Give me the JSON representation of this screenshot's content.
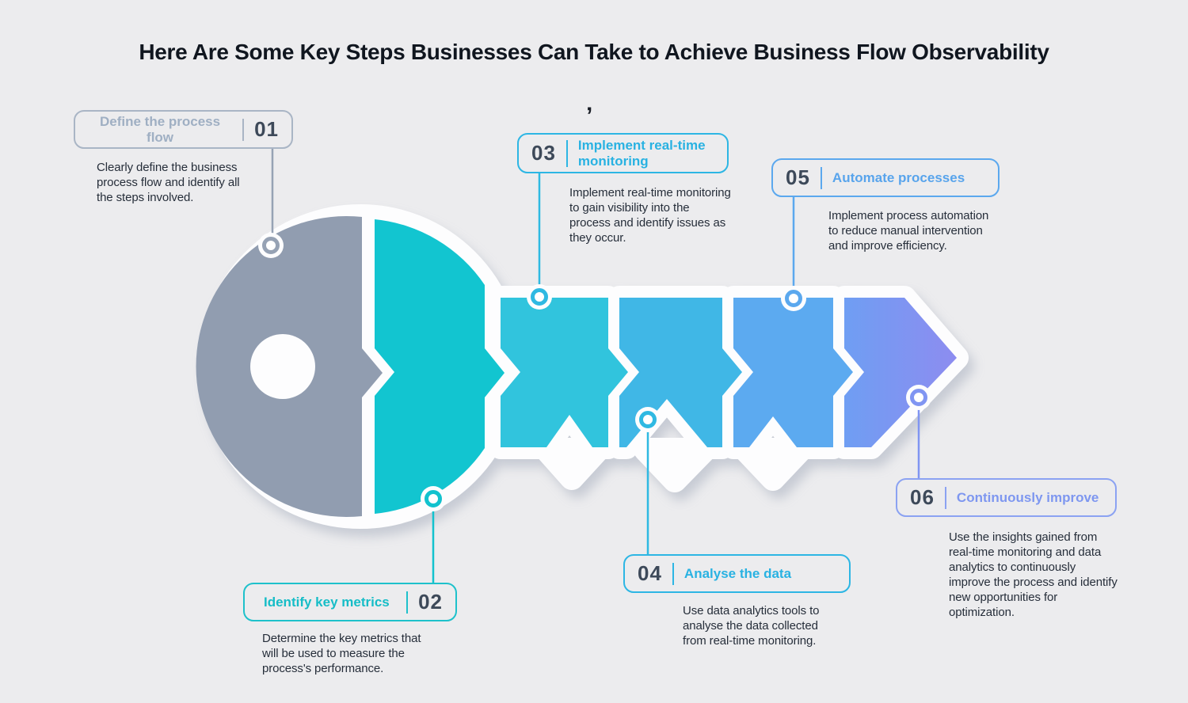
{
  "page": {
    "title": "Here Are Some Key Steps Businesses Can Take to Achieve Business Flow Observability",
    "background": "#ececee",
    "number_color": "#3d4959",
    "stray_mark": "’"
  },
  "steps": [
    {
      "number": "01",
      "title": "Define the process flow",
      "description": "Clearly define the business process flow and identify all the steps involved.",
      "accent": "#a9b5c5",
      "title_color": "#9fafc3",
      "line_color": "#96a2b4"
    },
    {
      "number": "02",
      "title": "Identify key metrics",
      "description": "Determine the key metrics that will be used to measure the process's performance.",
      "accent": "#1ec1cb",
      "title_color": "#16bdc7",
      "line_color": "#12c2ce"
    },
    {
      "number": "03",
      "title": "Implement real-time monitoring",
      "description": " Implement real-time monitoring to gain visibility into the process and identify issues as they occur.",
      "accent": "#2db6e4",
      "title_color": "#29b2e2",
      "line_color": "#2fb9e2"
    },
    {
      "number": "04",
      "title": "Analyse the data",
      "description": "Use data analytics tools to analyse the data collected from real-time monitoring.",
      "accent": "#2db6e4",
      "title_color": "#29b2e2",
      "line_color": "#2fb9e2"
    },
    {
      "number": "05",
      "title": "Automate processes",
      "description": "Implement process automation to reduce manual intervention and improve efficiency.",
      "accent": "#5ba8ee",
      "title_color": "#58a4ec",
      "line_color": "#5ba8ee"
    },
    {
      "number": "06",
      "title": "Continuously improve",
      "description": "Use the insights gained from real-time monitoring and data analytics to continuously improve the process and identify new opportunities for optimization.",
      "accent": "#8ba2f2",
      "title_color": "#7e97f0",
      "line_color": "#8095f2"
    }
  ],
  "key_graphic": {
    "head_gray": "#919db0",
    "head_teal": "#12c5d0",
    "tooth_1": "#31c4dd",
    "tooth_2": "#40b7e6",
    "tooth_3": "#5caaf0",
    "arrow_start": "#6f9ef3",
    "arrow_end": "#8d8cf0",
    "plate_white": "#fdfdfe"
  }
}
